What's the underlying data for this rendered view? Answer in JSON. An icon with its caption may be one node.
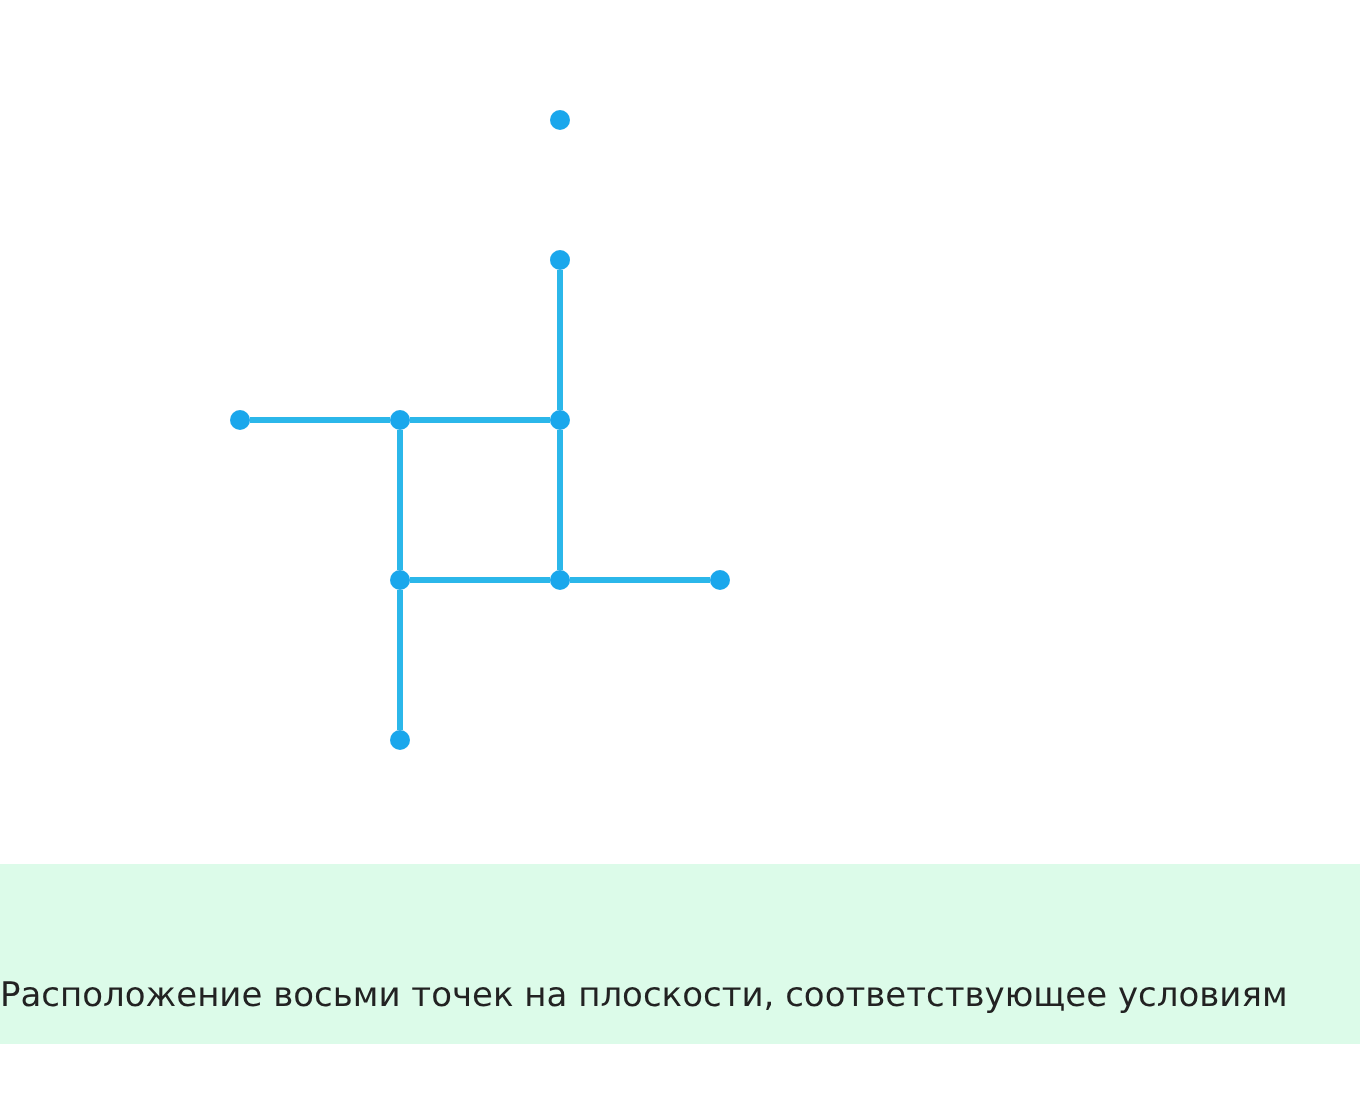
{
  "diagram": {
    "caption": "Расположение восьми точек на плоскости, соответствующее условиям",
    "nodes": [
      {
        "text": [],
        "shape": "circle"
      },
      {
        "text": [],
        "shape": "circle"
      },
      {
        "text": [],
        "shape": "circle"
      },
      {
        "text": [],
        "shape": "circle"
      },
      {
        "text": [],
        "shape": "circle"
      },
      {
        "text": [],
        "shape": "circle"
      },
      {
        "text": [],
        "shape": "circle"
      },
      {
        "text": [],
        "shape": "circle"
      },
      {
        "text": [],
        "shape": "circle"
      }
    ],
    "edges": [
      {
        "from": 1,
        "to": 4,
        "arrow": "none"
      },
      {
        "from": 2,
        "to": 3,
        "arrow": "none"
      },
      {
        "from": 3,
        "to": 4,
        "arrow": "none"
      },
      {
        "from": 3,
        "to": 5,
        "arrow": "none"
      },
      {
        "from": 4,
        "to": 6,
        "arrow": "none"
      },
      {
        "from": 5,
        "to": 6,
        "arrow": "none"
      },
      {
        "from": 6,
        "to": 7,
        "arrow": "none"
      },
      {
        "from": 5,
        "to": 8,
        "arrow": "none"
      }
    ]
  }
}
